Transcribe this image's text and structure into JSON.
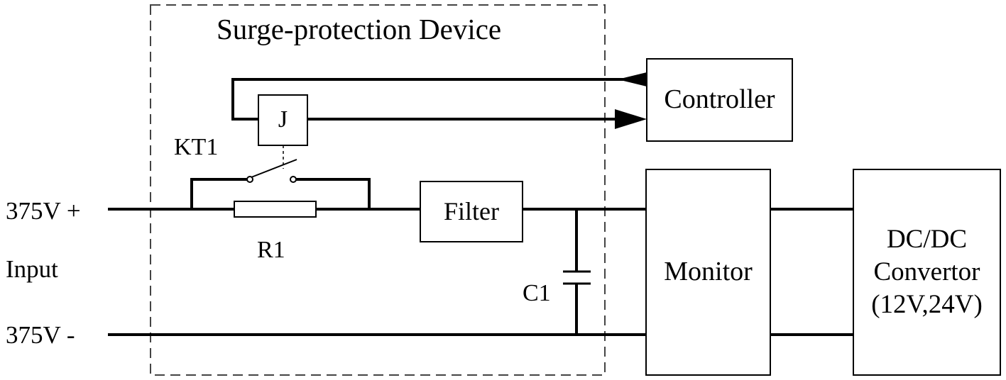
{
  "spd": {
    "title": "Surge-protection Device"
  },
  "blocks": {
    "controller": "Controller",
    "relay_coil": "J",
    "filter": "Filter",
    "monitor": "Monitor",
    "converter_line1": "DC/DC",
    "converter_line2": "Convertor",
    "converter_line3": "(12V,24V)"
  },
  "components": {
    "relay_switch": "KT1",
    "resistor": "R1",
    "capacitor": "C1"
  },
  "terminals": {
    "positive": "375V +",
    "input": "Input",
    "negative": "375V -"
  },
  "colors": {
    "line": "#000000",
    "dashed_border": "#444444",
    "background": "#ffffff"
  }
}
